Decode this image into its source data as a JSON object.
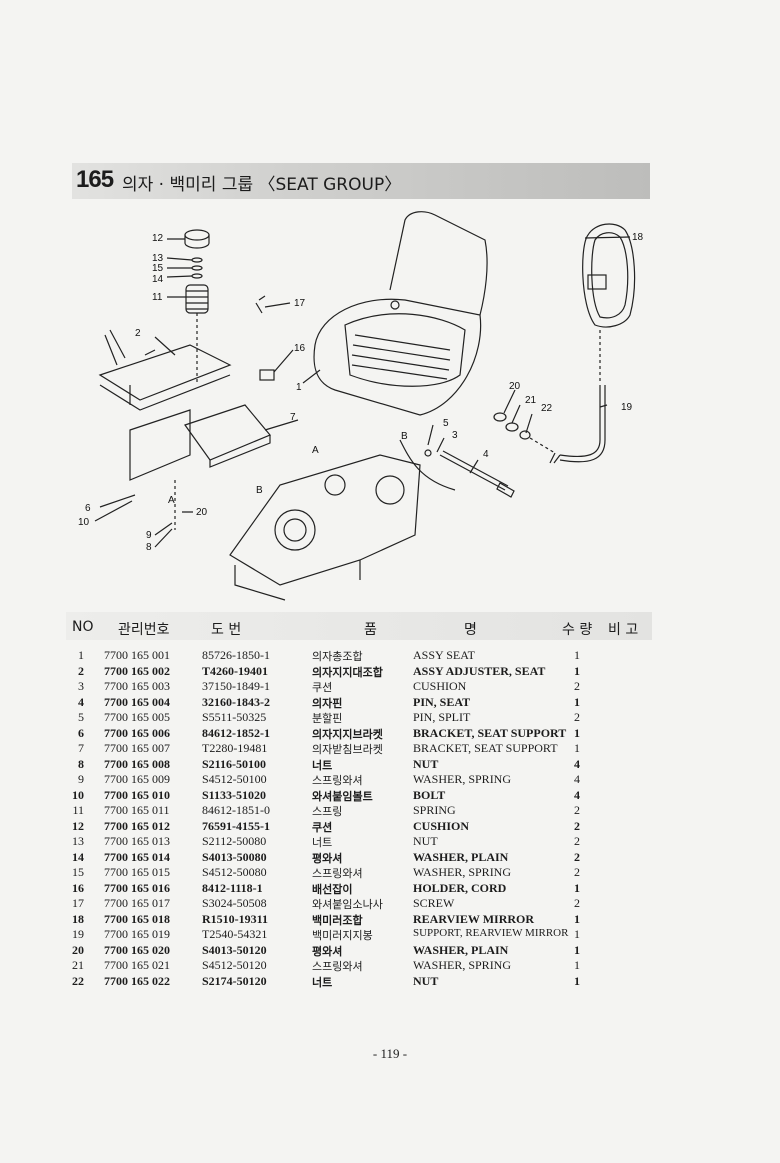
{
  "header": {
    "number": "165",
    "title": "의자 · 백미리 그룹 〈SEAT GROUP〉"
  },
  "diagram": {
    "callouts": [
      "12",
      "13",
      "15",
      "14",
      "11",
      "17",
      "2",
      "16",
      "1",
      "7",
      "18",
      "20",
      "21",
      "22",
      "19",
      "5",
      "3",
      "4",
      "6",
      "10",
      "9",
      "8",
      "20"
    ],
    "refs": [
      "A",
      "A",
      "B",
      "B"
    ]
  },
  "table": {
    "headers": {
      "no": "NO",
      "code": "관리번호",
      "drawing": "도 번",
      "name_left": "품",
      "name_right": "명",
      "qty": "수 량",
      "remark": "비 고"
    },
    "rows": [
      {
        "no": "1",
        "code": "7700 165 001",
        "part": "85726-1850-1",
        "kor": "의자총조합",
        "eng": "ASSY SEAT",
        "qty": "1"
      },
      {
        "no": "2",
        "code": "7700 165 002",
        "part": "T4260-19401",
        "kor": "의자지지대조합",
        "eng": "ASSY ADJUSTER, SEAT",
        "qty": "1"
      },
      {
        "no": "3",
        "code": "7700 165 003",
        "part": "37150-1849-1",
        "kor": "쿠션",
        "eng": "CUSHION",
        "qty": "2"
      },
      {
        "no": "4",
        "code": "7700 165 004",
        "part": "32160-1843-2",
        "kor": "의자핀",
        "eng": "PIN, SEAT",
        "qty": "1"
      },
      {
        "no": "5",
        "code": "7700 165 005",
        "part": "S5511-50325",
        "kor": "분할핀",
        "eng": "PIN, SPLIT",
        "qty": "2"
      },
      {
        "no": "6",
        "code": "7700 165 006",
        "part": "84612-1852-1",
        "kor": "의자지지브라켓",
        "eng": "BRACKET, SEAT SUPPORT",
        "qty": "1"
      },
      {
        "no": "7",
        "code": "7700 165 007",
        "part": "T2280-19481",
        "kor": "의자받침브라켓",
        "eng": "BRACKET, SEAT SUPPORT",
        "qty": "1"
      },
      {
        "no": "8",
        "code": "7700 165 008",
        "part": "S2116-50100",
        "kor": "너트",
        "eng": "NUT",
        "qty": "4"
      },
      {
        "no": "9",
        "code": "7700 165 009",
        "part": "S4512-50100",
        "kor": "스프링와셔",
        "eng": "WASHER, SPRING",
        "qty": "4"
      },
      {
        "no": "10",
        "code": "7700 165 010",
        "part": "S1133-51020",
        "kor": "와셔붙임볼트",
        "eng": "BOLT",
        "qty": "4"
      },
      {
        "no": "11",
        "code": "7700 165 011",
        "part": "84612-1851-0",
        "kor": "스프링",
        "eng": "SPRING",
        "qty": "2"
      },
      {
        "no": "12",
        "code": "7700 165 012",
        "part": "76591-4155-1",
        "kor": "쿠션",
        "eng": "CUSHION",
        "qty": "2"
      },
      {
        "no": "13",
        "code": "7700 165 013",
        "part": "S2112-50080",
        "kor": "너트",
        "eng": "NUT",
        "qty": "2"
      },
      {
        "no": "14",
        "code": "7700 165 014",
        "part": "S4013-50080",
        "kor": "평와셔",
        "eng": "WASHER, PLAIN",
        "qty": "2"
      },
      {
        "no": "15",
        "code": "7700 165 015",
        "part": "S4512-50080",
        "kor": "스프링와셔",
        "eng": "WASHER, SPRING",
        "qty": "2"
      },
      {
        "no": "16",
        "code": "7700 165 016",
        "part": "8412-1118-1",
        "kor": "배선잡이",
        "eng": "HOLDER, CORD",
        "qty": "1"
      },
      {
        "no": "17",
        "code": "7700 165 017",
        "part": "S3024-50508",
        "kor": "와셔붙임소나사",
        "eng": "SCREW",
        "qty": "2"
      },
      {
        "no": "18",
        "code": "7700 165 018",
        "part": "R1510-19311",
        "kor": "백미러조합",
        "eng": "REARVIEW MIRROR",
        "qty": "1"
      },
      {
        "no": "19",
        "code": "7700 165 019",
        "part": "T2540-54321",
        "kor": "백미러지지봉",
        "eng": "SUPPORT, REARVIEW MIRROR",
        "qty": "1"
      },
      {
        "no": "20",
        "code": "7700 165 020",
        "part": "S4013-50120",
        "kor": "평와셔",
        "eng": "WASHER, PLAIN",
        "qty": "1"
      },
      {
        "no": "21",
        "code": "7700 165 021",
        "part": "S4512-50120",
        "kor": "스프링와셔",
        "eng": "WASHER, SPRING",
        "qty": "1"
      },
      {
        "no": "22",
        "code": "7700 165 022",
        "part": "S2174-50120",
        "kor": "너트",
        "eng": "NUT",
        "qty": "1"
      }
    ]
  },
  "footer": {
    "page": "- 119 -"
  }
}
